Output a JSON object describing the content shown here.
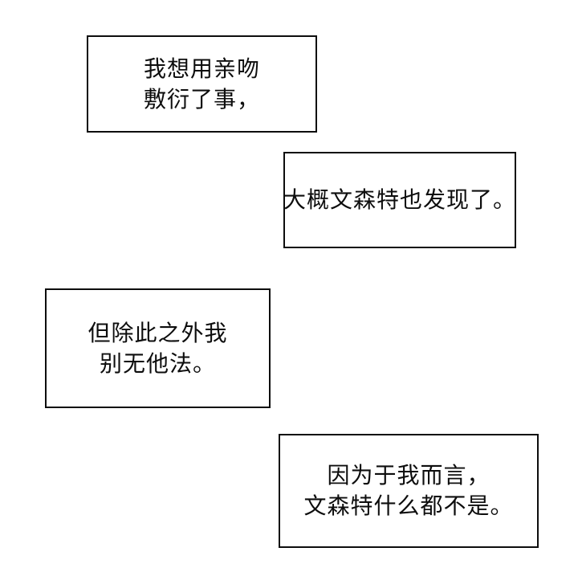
{
  "page": {
    "background_color": "#ffffff",
    "box_border_color": "#0d0d0d",
    "text_color": "#0d0d0d"
  },
  "boxes": [
    {
      "id": "narration-box-1",
      "lines": [
        "我想用亲吻",
        "敷衍了事，"
      ]
    },
    {
      "id": "narration-box-2",
      "lines": [
        "大概文森特也发现了。"
      ]
    },
    {
      "id": "narration-box-3",
      "lines": [
        "但除此之外我",
        "别无他法。"
      ]
    },
    {
      "id": "narration-box-4",
      "lines": [
        "因为于我而言，",
        "文森特什么都不是。"
      ]
    }
  ]
}
